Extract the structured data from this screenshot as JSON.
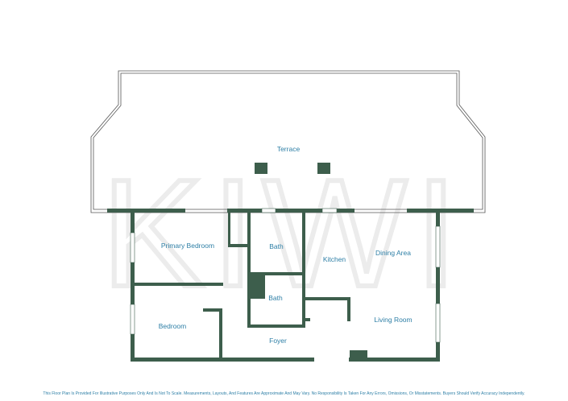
{
  "watermark": "KIWI",
  "wall_color": "#3d5e4c",
  "label_color": "#2e7fa6",
  "rooms": {
    "terrace": "Terrace",
    "primary_bedroom": "Primary Bedroom",
    "bath_upper": "Bath",
    "kitchen": "Kitchen",
    "dining_area": "Dining Area",
    "bath_lower": "Bath",
    "bedroom": "Bedroom",
    "living_room": "Living Room",
    "foyer": "Foyer"
  },
  "disclaimer": "This Floor Plan Is Provided For Illustrative Purposes Only And Is Not To Scale. Measurements, Layouts, And Features Are Approximate And May Vary. No Responsibility Is Taken For Any Errors, Omissions, Or Misstatements. Buyers Should Verify Accuracy Independently."
}
